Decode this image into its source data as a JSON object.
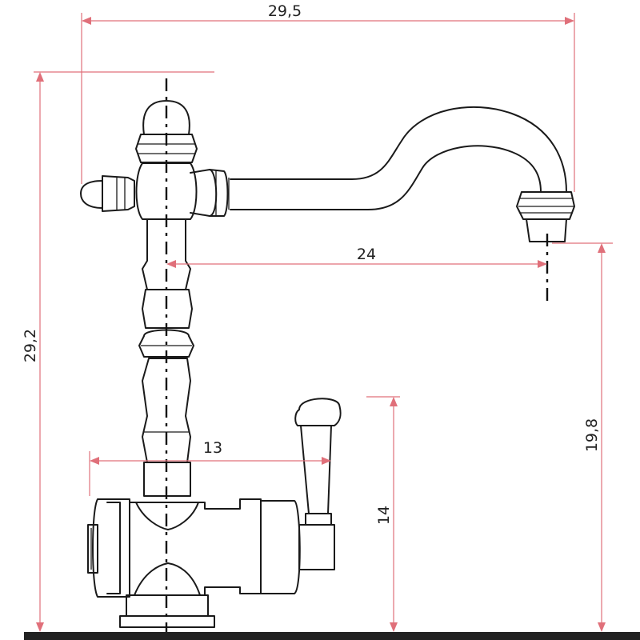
{
  "drawing": {
    "subject": "faucet-side-elevation",
    "colors": {
      "outline": "#1a1a1a",
      "dimension_line": "#e0707a",
      "dimension_text": "#222222",
      "ground": "#222222"
    }
  },
  "dimensions": {
    "overall_width": "29,5",
    "overall_height": "29,2",
    "spout_reach": "24",
    "spout_height": "19,8",
    "lever_reach": "13",
    "lever_height": "14"
  }
}
